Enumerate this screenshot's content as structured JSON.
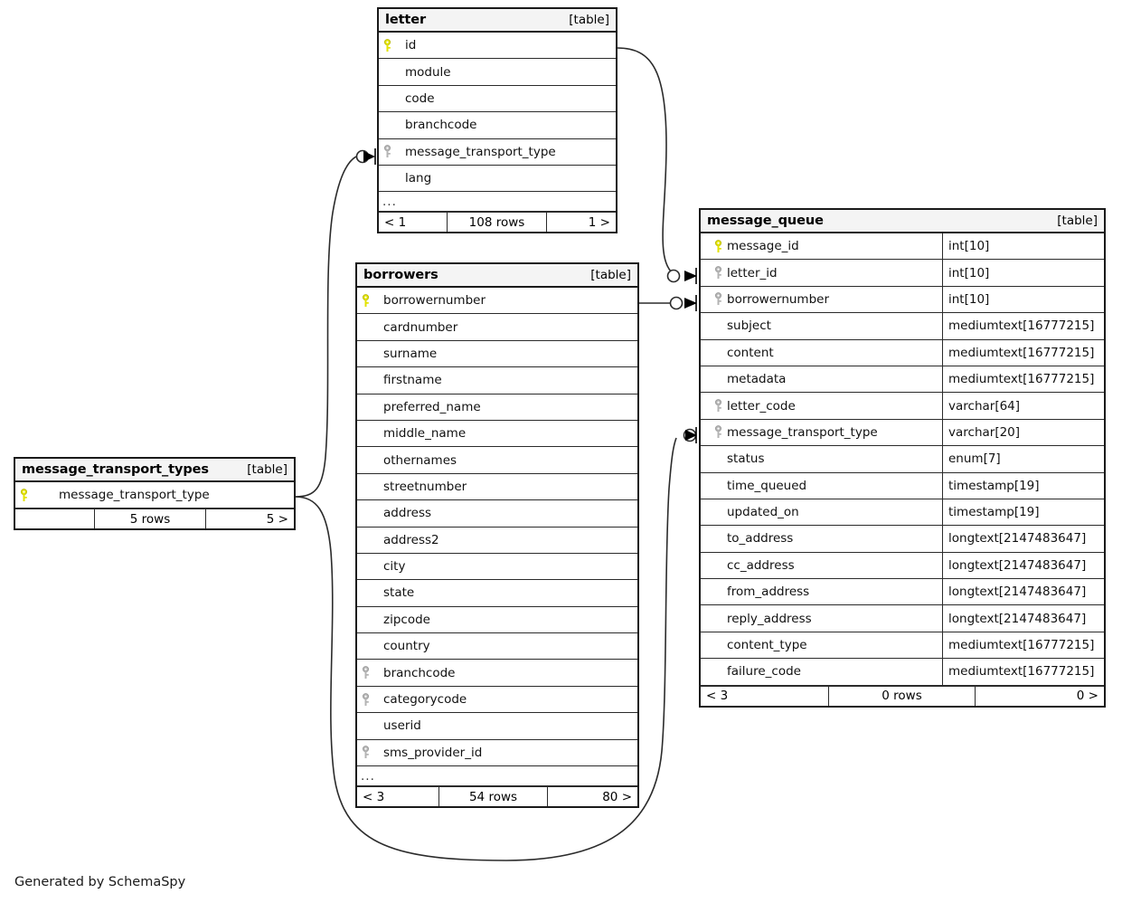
{
  "diagram": {
    "generator_credit": "Generated by SchemaSpy",
    "table_tag": "[table]",
    "ellipsis": "...",
    "colors": {
      "primary_key": "#e3e300",
      "foreign_key": "#b4b4b4",
      "header_bg": "#f4f4f4",
      "border": "#1a1a1a",
      "background": "#ffffff"
    }
  },
  "tables": {
    "letter": {
      "name": "letter",
      "tag": "[table]",
      "columns": [
        {
          "name": "id",
          "key": "primary"
        },
        {
          "name": "module",
          "key": "none"
        },
        {
          "name": "code",
          "key": "none"
        },
        {
          "name": "branchcode",
          "key": "none"
        },
        {
          "name": "message_transport_type",
          "key": "foreign"
        },
        {
          "name": "lang",
          "key": "none"
        }
      ],
      "has_more": true,
      "footer": {
        "left": "< 1",
        "middle": "108 rows",
        "right": "1 >"
      }
    },
    "borrowers": {
      "name": "borrowers",
      "tag": "[table]",
      "columns": [
        {
          "name": "borrowernumber",
          "key": "primary"
        },
        {
          "name": "cardnumber",
          "key": "none"
        },
        {
          "name": "surname",
          "key": "none"
        },
        {
          "name": "firstname",
          "key": "none"
        },
        {
          "name": "preferred_name",
          "key": "none"
        },
        {
          "name": "middle_name",
          "key": "none"
        },
        {
          "name": "othernames",
          "key": "none"
        },
        {
          "name": "streetnumber",
          "key": "none"
        },
        {
          "name": "address",
          "key": "none"
        },
        {
          "name": "address2",
          "key": "none"
        },
        {
          "name": "city",
          "key": "none"
        },
        {
          "name": "state",
          "key": "none"
        },
        {
          "name": "zipcode",
          "key": "none"
        },
        {
          "name": "country",
          "key": "none"
        },
        {
          "name": "branchcode",
          "key": "foreign"
        },
        {
          "name": "categorycode",
          "key": "foreign"
        },
        {
          "name": "userid",
          "key": "none"
        },
        {
          "name": "sms_provider_id",
          "key": "foreign"
        }
      ],
      "has_more": true,
      "footer": {
        "left": "< 3",
        "middle": "54 rows",
        "right": "80 >"
      }
    },
    "message_queue": {
      "name": "message_queue",
      "tag": "[table]",
      "columns": [
        {
          "name": "message_id",
          "key": "primary",
          "type": "int[10]"
        },
        {
          "name": "letter_id",
          "key": "foreign",
          "type": "int[10]"
        },
        {
          "name": "borrowernumber",
          "key": "foreign",
          "type": "int[10]"
        },
        {
          "name": "subject",
          "key": "none",
          "type": "mediumtext[16777215]"
        },
        {
          "name": "content",
          "key": "none",
          "type": "mediumtext[16777215]"
        },
        {
          "name": "metadata",
          "key": "none",
          "type": "mediumtext[16777215]"
        },
        {
          "name": "letter_code",
          "key": "foreign",
          "type": "varchar[64]"
        },
        {
          "name": "message_transport_type",
          "key": "foreign",
          "type": "varchar[20]"
        },
        {
          "name": "status",
          "key": "none",
          "type": "enum[7]"
        },
        {
          "name": "time_queued",
          "key": "none",
          "type": "timestamp[19]"
        },
        {
          "name": "updated_on",
          "key": "none",
          "type": "timestamp[19]"
        },
        {
          "name": "to_address",
          "key": "none",
          "type": "longtext[2147483647]"
        },
        {
          "name": "cc_address",
          "key": "none",
          "type": "longtext[2147483647]"
        },
        {
          "name": "from_address",
          "key": "none",
          "type": "longtext[2147483647]"
        },
        {
          "name": "reply_address",
          "key": "none",
          "type": "longtext[2147483647]"
        },
        {
          "name": "content_type",
          "key": "none",
          "type": "mediumtext[16777215]"
        },
        {
          "name": "failure_code",
          "key": "none",
          "type": "mediumtext[16777215]"
        }
      ],
      "has_more": false,
      "footer": {
        "left": "< 3",
        "middle": "0 rows",
        "right": "0 >"
      }
    },
    "message_transport_types": {
      "name": "message_transport_types",
      "tag": "[table]",
      "columns": [
        {
          "name": "message_transport_type",
          "key": "primary"
        }
      ],
      "has_more": false,
      "footer": {
        "left": "",
        "middle": "5 rows",
        "right": "5 >"
      }
    }
  },
  "relationships": [
    {
      "from": "letter.id",
      "to": "message_queue.letter_id"
    },
    {
      "from": "borrowers.borrowernumber",
      "to": "message_queue.borrowernumber"
    },
    {
      "from": "message_transport_types.message_transport_type",
      "to": "letter.message_transport_type"
    },
    {
      "from": "message_transport_types.message_transport_type",
      "to": "message_queue.message_transport_type"
    }
  ]
}
